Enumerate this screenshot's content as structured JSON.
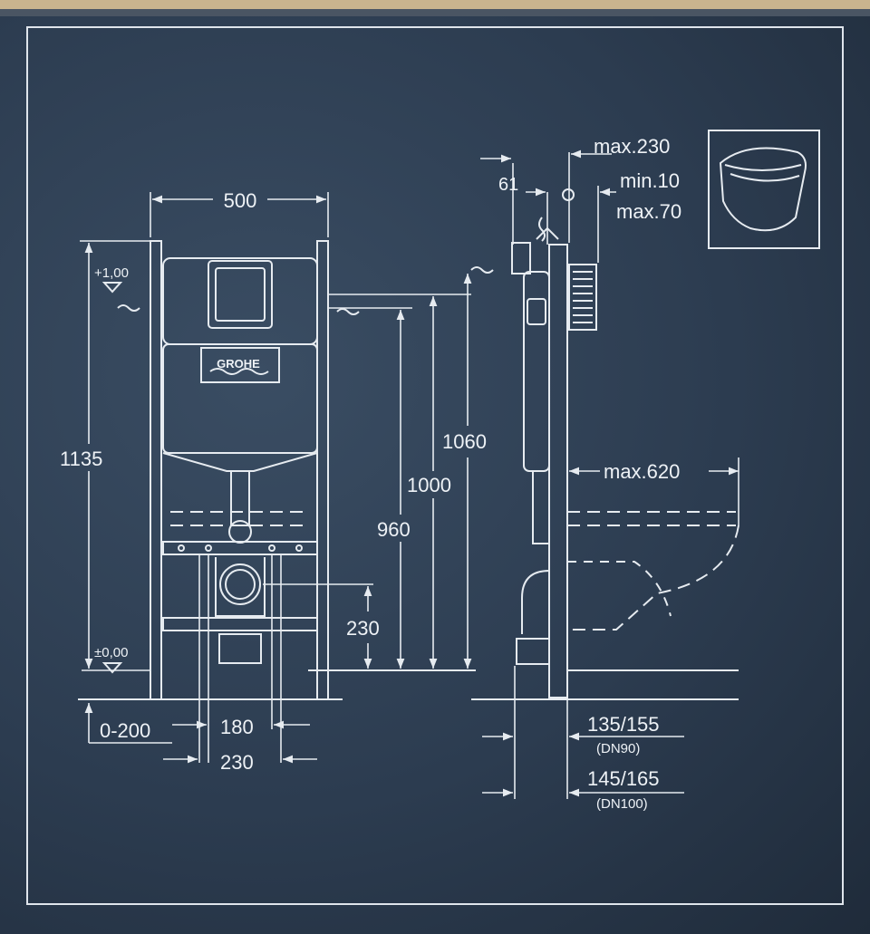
{
  "brand": "GROHE",
  "dims": {
    "width_500": "500",
    "level_top": "+1,00",
    "level_zero": "±0,00",
    "height_1135": "1135",
    "height_1060": "1060",
    "height_1000": "1000",
    "height_960": "960",
    "height_230": "230",
    "bottom_0_200": "0-200",
    "bottom_180": "180",
    "bottom_230": "230",
    "side_61": "61",
    "side_max230": "max.230",
    "side_min10": "min.10",
    "side_max70": "max.70",
    "side_max620": "max.620",
    "pipe_135_155": "135/155",
    "pipe_dn90": "(DN90)",
    "pipe_145_165": "145/165",
    "pipe_dn100": "(DN100)"
  },
  "colors": {
    "line": "#e6ebf0",
    "background": "#2e3f54"
  }
}
